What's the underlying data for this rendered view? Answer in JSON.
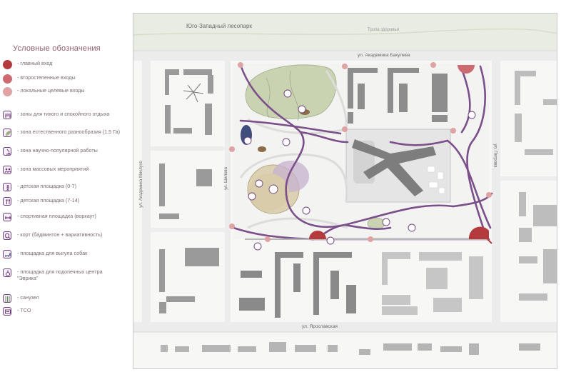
{
  "legend": {
    "title": "Условные обозначения",
    "items": [
      {
        "id": "main-entrance",
        "text": "- главный вход",
        "color": "#b43a3e"
      },
      {
        "id": "secondary-entrance",
        "text": "- второстепенные входы",
        "color": "#cc6a70"
      },
      {
        "id": "local-entrance",
        "text": "- локальные целевые входы",
        "color": "#dfa3a3"
      },
      {
        "id": "walk-zone",
        "text": "- зоны для тихого и спокойного отдыха",
        "icon": "bench-icon"
      },
      {
        "id": "nature-zone",
        "text": "- зона естественного разнообразия (1,5 Га)",
        "icon": "leaf-icon"
      },
      {
        "id": "science-zone",
        "text": "- зона научно-популярной работы",
        "icon": "microscope-icon"
      },
      {
        "id": "events-zone",
        "text": "- зона массовых мероприятий",
        "icon": "crowd-icon"
      },
      {
        "id": "playground-small",
        "text": "- детская площадка (0-7)",
        "icon": "child-icon"
      },
      {
        "id": "playground-big",
        "text": "- детская площадка (7-14)",
        "icon": "kids-icon"
      },
      {
        "id": "sports-ground",
        "text": "- спортивная площадка (воркаут)",
        "icon": "workout-icon"
      },
      {
        "id": "court",
        "text": "- корт (бадминтон + вариативность)",
        "icon": "racket-icon"
      },
      {
        "id": "dog-area",
        "text": "- площадка для выгула собак",
        "icon": "dog-icon"
      },
      {
        "id": "eureka-area",
        "text": "- площадка для подопечных центра \"Эврика\"",
        "icon": "wheelchair-icon"
      },
      {
        "id": "toilet",
        "text": "- санузел",
        "icon": "toilet-icon"
      },
      {
        "id": "tso",
        "text": "- ТСО",
        "icon": "atm-icon"
      }
    ]
  },
  "map": {
    "forest_park": "Юго-Западный лесопарк",
    "health_trail": "Тропа здоровья",
    "street_top": "ул. Академика Бакулева",
    "street_bottom": "ул. Ярославская",
    "street_left": "ул. Академика Миклухо",
    "street_mid_left": "ул. Шилова",
    "street_right": "ул. Петрова",
    "colors": {
      "path": "#7a4f8a",
      "main_entrance": "#b43a3e",
      "secondary_entrance": "#cc6a70",
      "local_entrance": "#dfa3a3",
      "nature_zone": "#c9d3b2",
      "forest": "#e6ebdf",
      "buildings": "#8a8a8a",
      "events_zone": "#d8cba7"
    }
  }
}
